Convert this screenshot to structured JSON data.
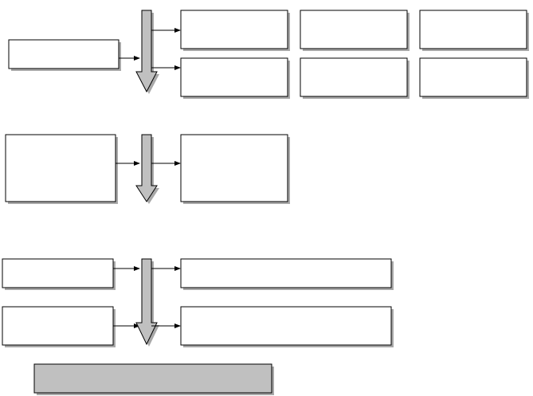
{
  "diagram": {
    "boxes": [
      {
        "id": "group1-input",
        "filled": false
      },
      {
        "id": "group1-output-top-1",
        "filled": false
      },
      {
        "id": "group1-output-top-2",
        "filled": false
      },
      {
        "id": "group1-output-top-3",
        "filled": false
      },
      {
        "id": "group1-output-bottom-1",
        "filled": false
      },
      {
        "id": "group1-output-bottom-2",
        "filled": false
      },
      {
        "id": "group1-output-bottom-3",
        "filled": false
      },
      {
        "id": "group2-input",
        "filled": false
      },
      {
        "id": "group2-output",
        "filled": false
      },
      {
        "id": "group3-input-top",
        "filled": false
      },
      {
        "id": "group3-input-bottom",
        "filled": false
      },
      {
        "id": "group3-output-top",
        "filled": false
      },
      {
        "id": "group3-output-bottom",
        "filled": false
      },
      {
        "id": "footer-bar",
        "filled": true
      }
    ],
    "process_arrows": [
      {
        "id": "group1-process-arrow"
      },
      {
        "id": "group2-process-arrow"
      },
      {
        "id": "group3-process-arrow"
      }
    ],
    "colors": {
      "box_fill": "#ffffff",
      "box_stroke": "#000000",
      "shadow": "#a8a8a8",
      "process_arrow_fill": "#c0c0c0",
      "footer_bar_fill": "#c0c0c0"
    }
  }
}
